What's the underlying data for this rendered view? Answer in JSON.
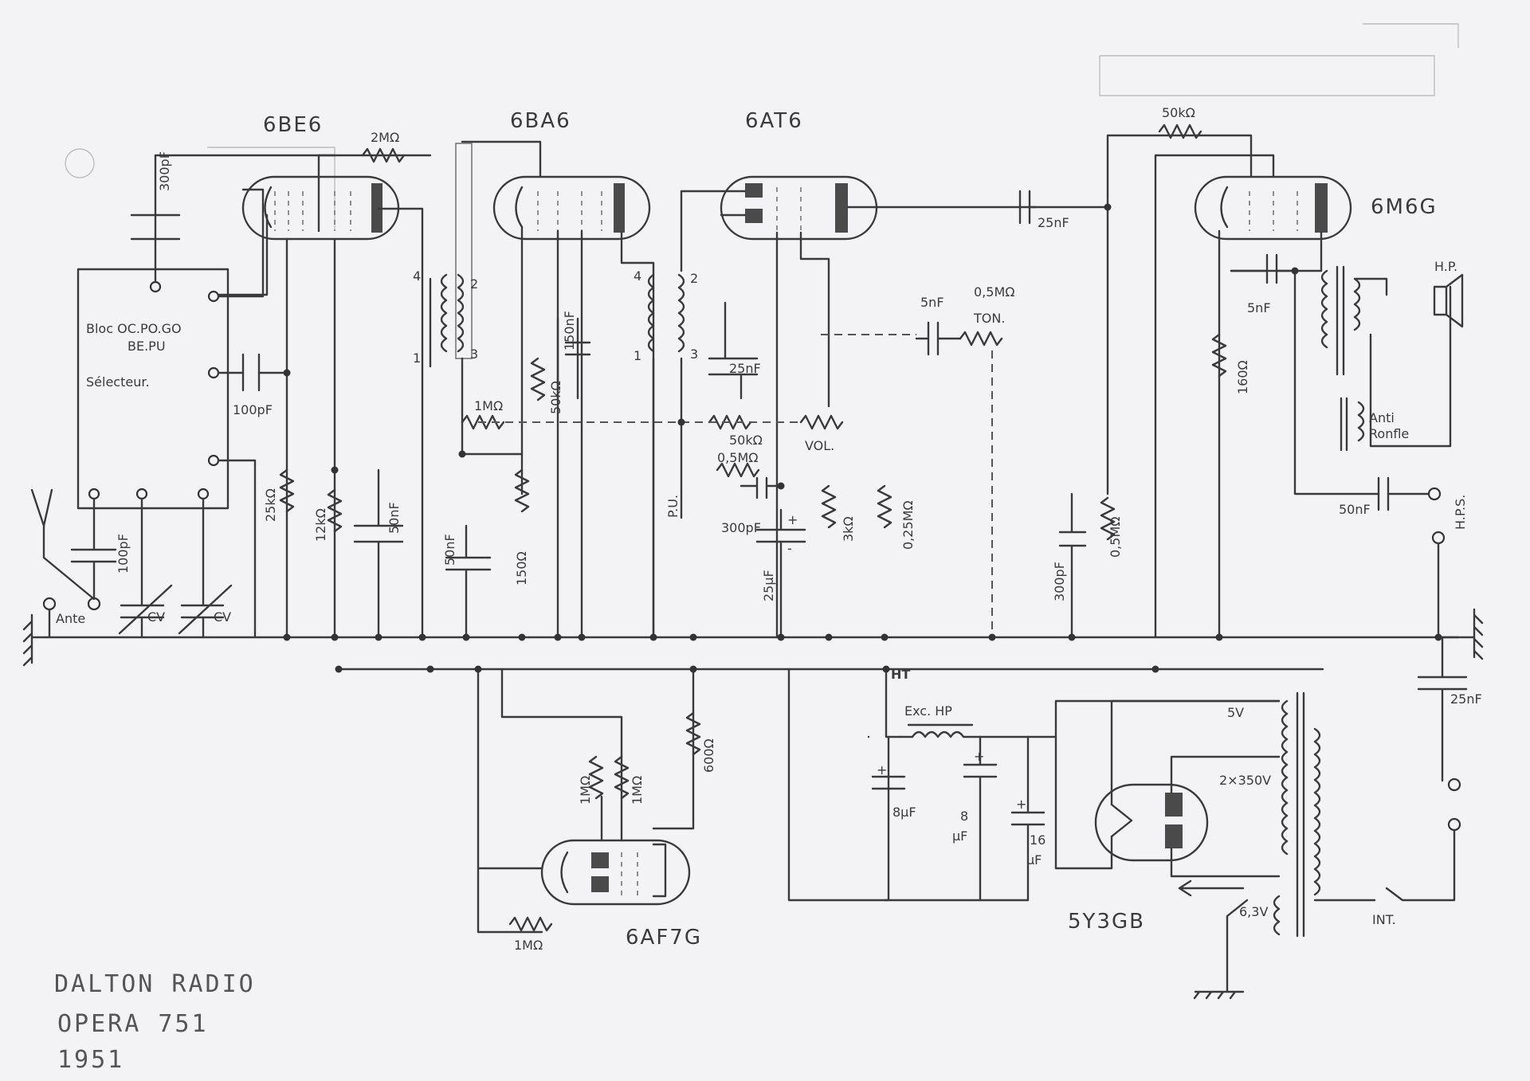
{
  "tubes": {
    "t1": "6BE6",
    "t2": "6BA6",
    "t3": "6AT6",
    "t4": "6M6G",
    "t5": "6AF7G",
    "t6": "5Y3GB"
  },
  "block": {
    "line1": "Bloc OC.PO.GO",
    "line2": "BE.PU",
    "line3": "Sélecteur."
  },
  "components": {
    "r_2meg": "2MΩ",
    "c_300pf_top": "300pF",
    "c_100pf_block": "100pF",
    "r_25k": "25kΩ",
    "r_12k": "12kΩ",
    "c_50nf_a": "50nF",
    "ant": "Ante",
    "c_100pf_ant": "100pF",
    "cv1": "CV",
    "cv2": "CV",
    "tr_pin4a": "4",
    "tr_pin1a": "1",
    "tr_pin2a": "2",
    "tr_pin3a": "3",
    "r_1meg_a": "1MΩ",
    "c_50nf_b": "50nF",
    "r_150": "150Ω",
    "r_50k_a": "50kΩ",
    "c_150nf": "150nF",
    "tr_pin4b": "4",
    "tr_pin1b": "1",
    "tr_pin2b": "2",
    "tr_pin3b": "3",
    "c_25nf_a": "25nF",
    "r_50k_b": "50kΩ",
    "r_05meg_a": "0,5MΩ",
    "pu": "P.U.",
    "c_300pf_b": "300pF",
    "c_25uf": "25μF",
    "r_3k": "3kΩ",
    "vol": "VOL.",
    "r_025meg": "0,25MΩ",
    "c_5nf_a": "5nF",
    "r_05meg_ton": "0,5MΩ",
    "ton": "TON.",
    "c_25nf_b": "25nF",
    "r_50k_c": "50kΩ",
    "c_5nf_b": "5nF",
    "r_160": "160Ω",
    "c_300pf_c": "300pF",
    "r_05meg_b": "0,5MΩ",
    "hp": "H.P.",
    "anti": "Anti",
    "ronfle": "Ronfle",
    "c_50nf_hps": "50nF",
    "hps": "H.P.S.",
    "c_25nf_c": "25nF",
    "ht": "HT",
    "exc_hp": "Exc. HP",
    "c_8uf_a": "8μF",
    "c_8uf_b": "8",
    "c_8uf_b2": "μF",
    "c_16uf": "16",
    "c_16uf2": "μF",
    "v5": "5V",
    "v350": "2×350V",
    "v63": "6,3V",
    "int": "INT.",
    "r_1meg_b": "1MΩ",
    "r_1meg_c": "1MΩ",
    "r_1meg_d": "1MΩ",
    "r_600": "600Ω",
    "plus": "+",
    "minus": "-"
  },
  "footer": {
    "line1": "DALTON RADIO",
    "line2": "OPERA 751",
    "line3": "1951"
  }
}
